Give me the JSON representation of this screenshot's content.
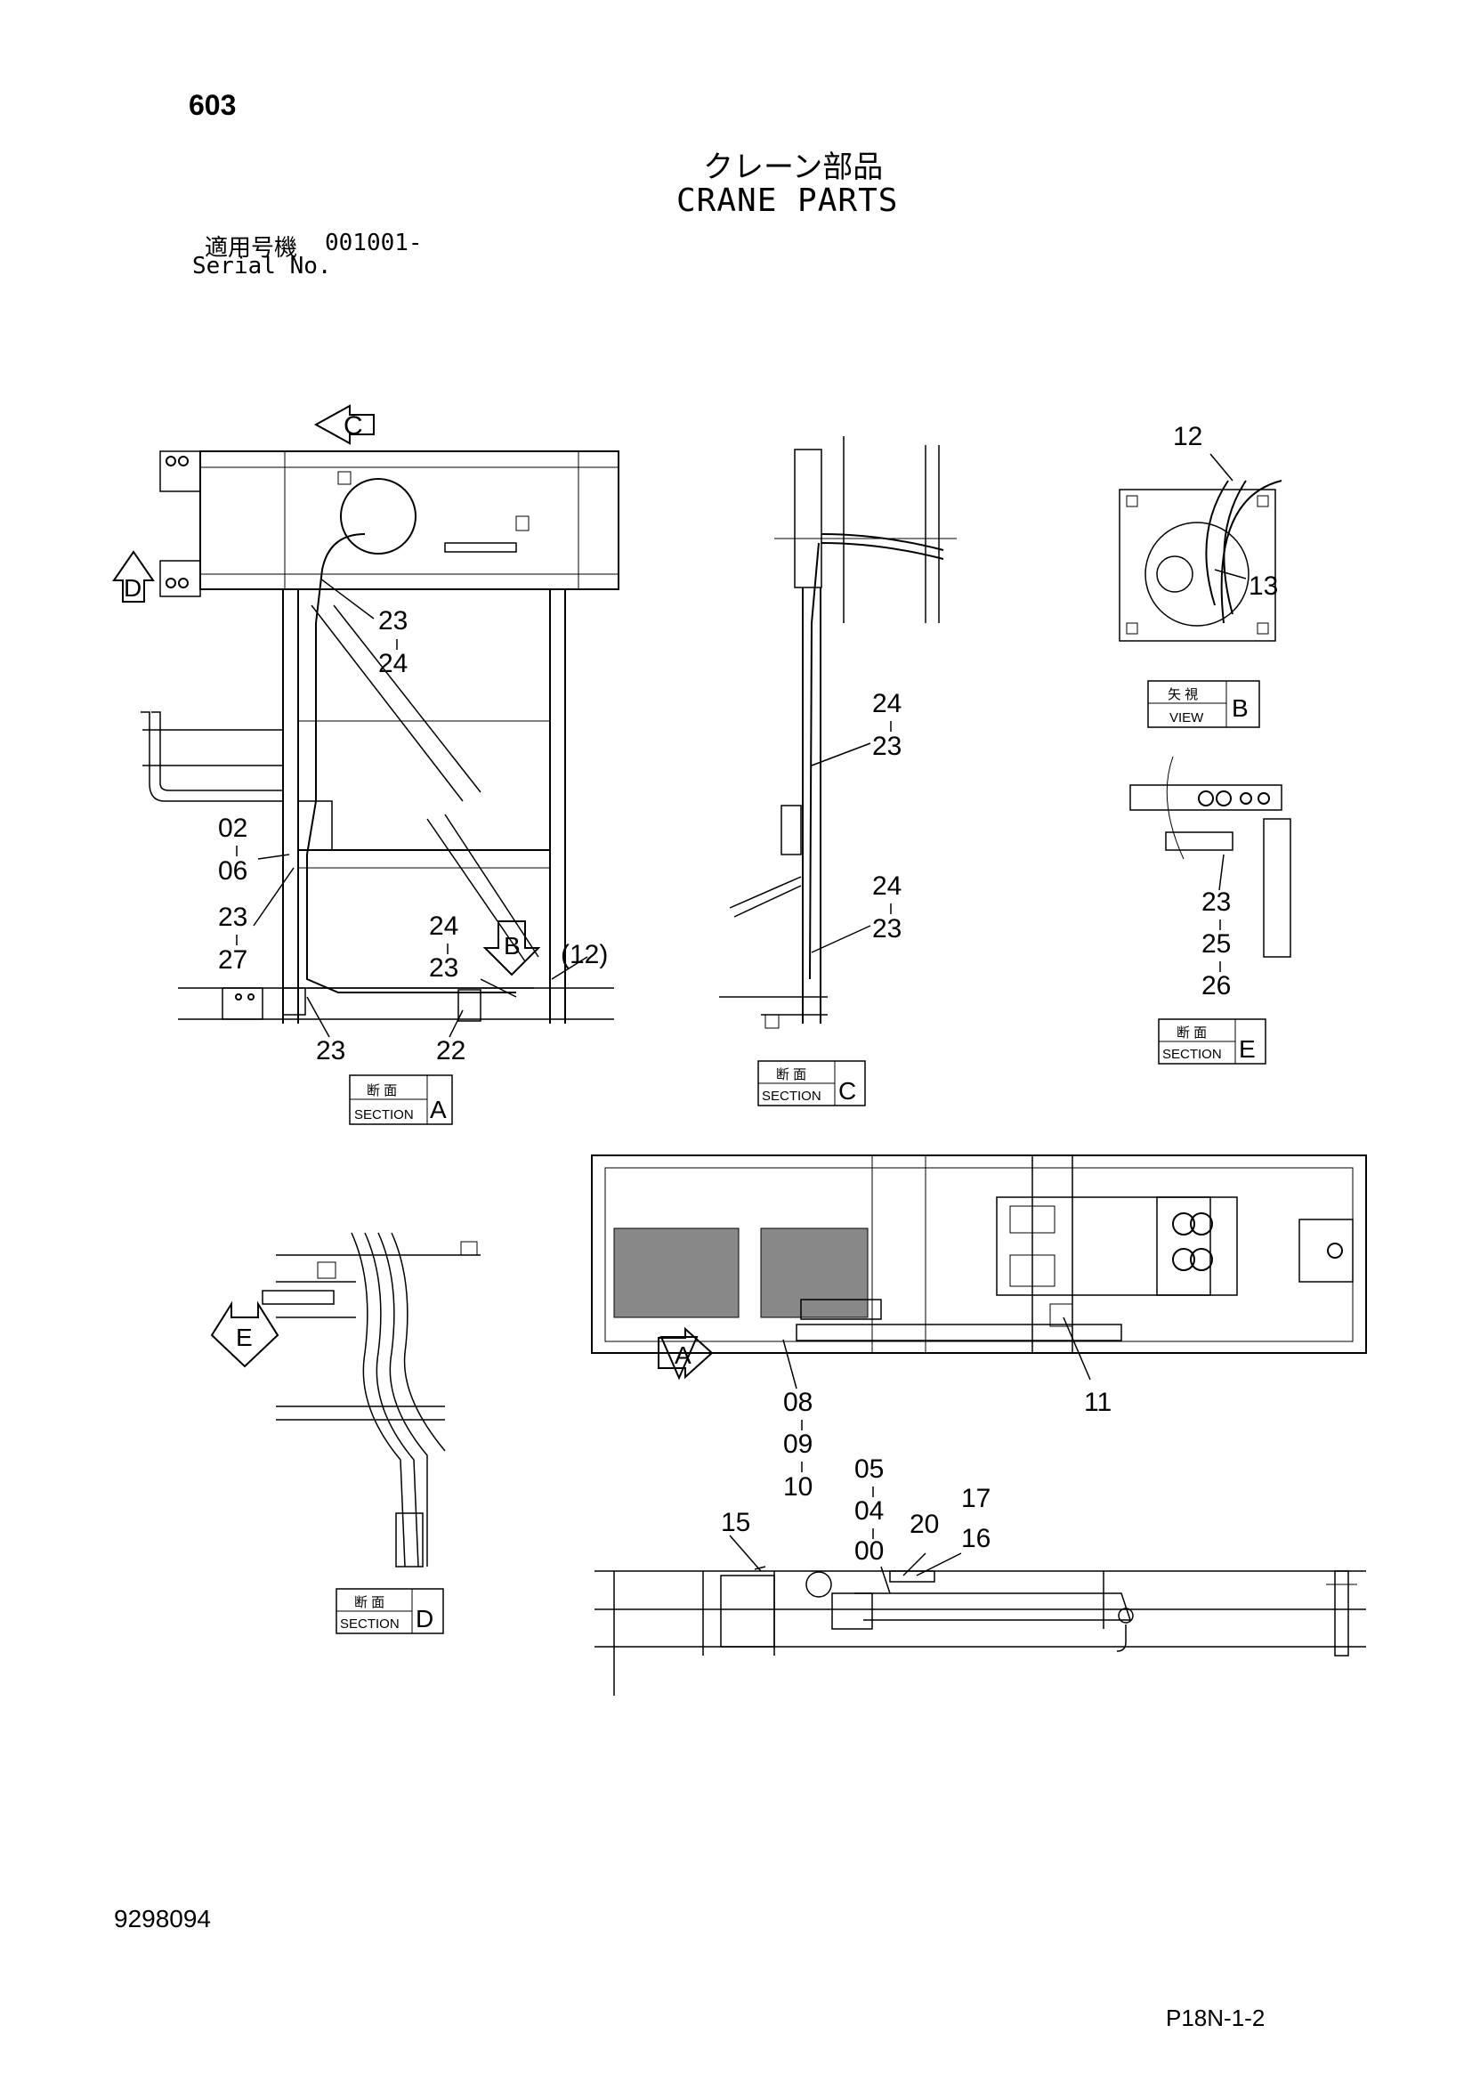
{
  "header": {
    "page_number": "603",
    "title_jp": "クレーン部品",
    "title_en": "CRANE PARTS",
    "serial_label_jp": "適用号機",
    "serial_value": "001001-",
    "serial_label_en": "Serial No."
  },
  "footer": {
    "doc_number": "9298094",
    "page_code": "P18N-1-2"
  },
  "view_markers": {
    "c_arrow": "C",
    "d_arrow": "D",
    "b_arrow": "B",
    "e_arrow": "E",
    "a_arrow": "A"
  },
  "section_boxes": {
    "a": {
      "jp": "断 面",
      "en": "SECTION",
      "letter": "A"
    },
    "b": {
      "jp": "矢 視",
      "en": "VIEW",
      "letter": "B"
    },
    "c": {
      "jp": "断 面",
      "en": "SECTION",
      "letter": "C"
    },
    "d": {
      "jp": "断 面",
      "en": "SECTION",
      "letter": "D"
    },
    "e": {
      "jp": "断 面",
      "en": "SECTION",
      "letter": "E"
    }
  },
  "callouts": {
    "a_23": "23",
    "a_24": "24",
    "a_02": "02",
    "a_06": "06",
    "a_23b": "23",
    "a_27": "27",
    "a_24b": "24",
    "a_23c": "23",
    "a_12": "(12)",
    "a_23d": "23",
    "a_22": "22",
    "c_24": "24",
    "c_23": "23",
    "c_24b": "24",
    "c_23b": "23",
    "b_12": "12",
    "b_13": "13",
    "e_23": "23",
    "e_25": "25",
    "e_26": "26",
    "top_08": "08",
    "top_09": "09",
    "top_10": "10",
    "top_11": "11",
    "side_05": "05",
    "side_04": "04",
    "side_00": "00",
    "side_15": "15",
    "side_20": "20",
    "side_17": "17",
    "side_16": "16"
  }
}
